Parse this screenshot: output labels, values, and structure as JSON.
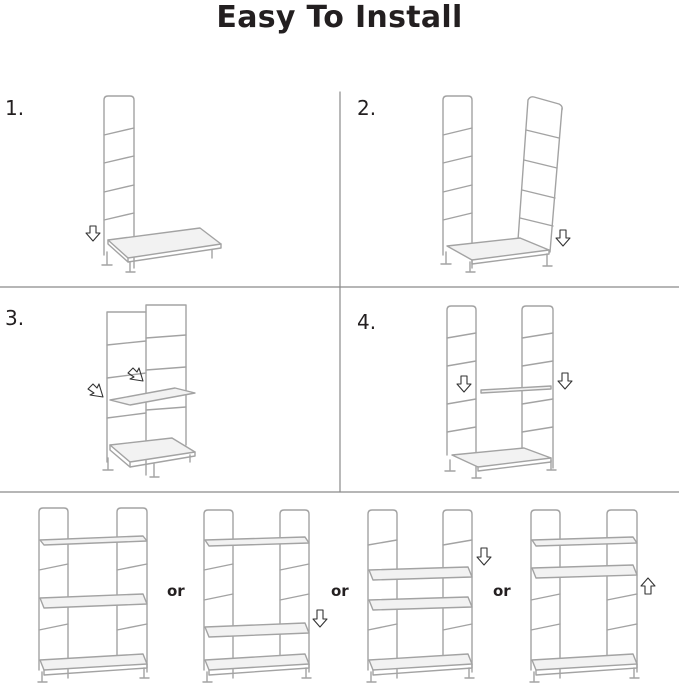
{
  "title": "Easy To Install",
  "steps": [
    {
      "label": "1."
    },
    {
      "label": "2."
    },
    {
      "label": "3."
    },
    {
      "label": "4."
    }
  ],
  "options_separator": [
    "or",
    "or",
    "or"
  ],
  "colors": {
    "frame": "#9e9e9e",
    "shelf": "#f2f2f2",
    "divider": "#8a8a8a",
    "text": "#231f20"
  },
  "icons": [
    "arrow-down-icon",
    "arrow-diagonal-icon",
    "arrow-up-icon"
  ]
}
